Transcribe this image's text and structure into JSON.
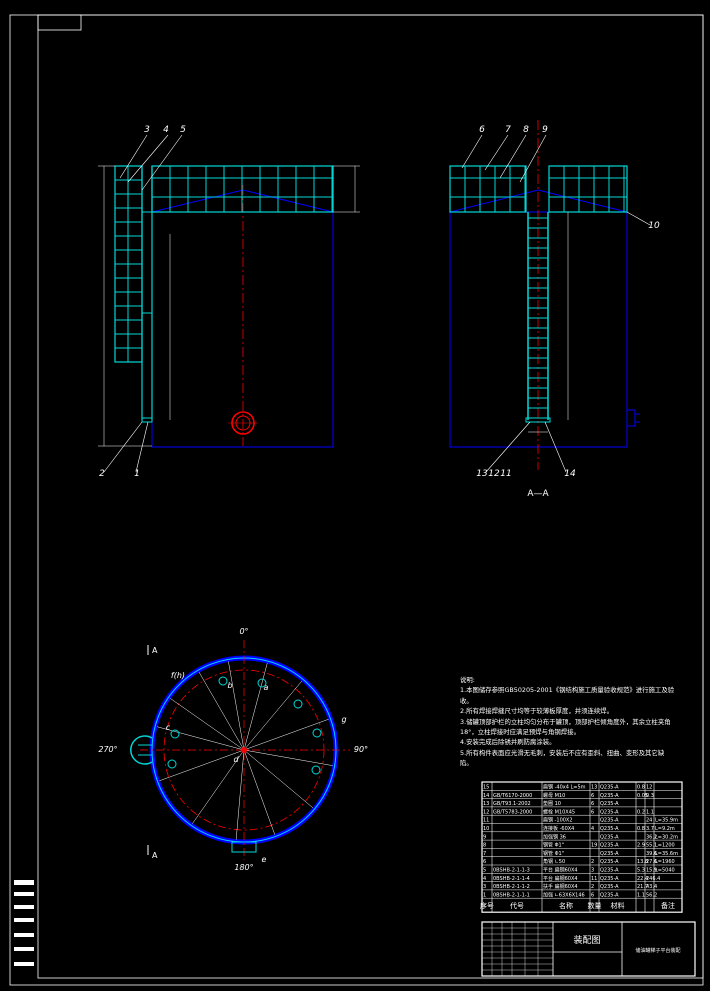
{
  "views": {
    "front_labels": [
      "3",
      "4",
      "5",
      "2",
      "1"
    ],
    "side_labels": [
      "6",
      "7",
      "8",
      "9",
      "10",
      "13",
      "12",
      "11",
      "14"
    ],
    "section_label": "A—A"
  },
  "plan": {
    "angle_labels": [
      "0°",
      "90°",
      "180°",
      "270°"
    ],
    "point_labels": [
      "f(h)",
      "b",
      "a",
      "c",
      "d",
      "g",
      "e"
    ],
    "section_marks": [
      "A",
      "A"
    ]
  },
  "notes": {
    "title": "说明:",
    "lines": [
      "1.本图储存参照GB50205-2001《钢结构施工质量验收规范》进行施工及验收。",
      "2.所有焊接焊缝尺寸均等于较薄板厚度，并须连续焊。",
      "3.储罐顶部护栏的立柱均匀分布于罐顶，顶部护栏倾角度外，其余立柱夹角18°，立柱焊接时应满足预焊与角钢焊接。",
      "4.安装完成后除锈并刷防腐涂装。",
      "5.所有构件表面应光滑无毛刺，安装后不应有歪斜、扭曲、变形及其它缺陷。"
    ]
  },
  "bom": {
    "header": {
      "no": "序号",
      "code": "代号",
      "name": "名称",
      "qty": "数量",
      "material": "材料",
      "remark": "备注"
    },
    "rows": [
      {
        "no": "15",
        "code": "",
        "name": "扁钢 -40x4 L=5m",
        "qty": "13",
        "material": "Q235-A",
        "w1": "0.8",
        "w2": "12",
        "remark": ""
      },
      {
        "no": "14",
        "code": "GB/T6170-2000",
        "name": "螺母 M10",
        "qty": "6",
        "material": "Q235-A",
        "w1": "0.05",
        "w2": "0.3",
        "remark": ""
      },
      {
        "no": "13",
        "code": "GB/T93.1-2002",
        "name": "垫圈 10",
        "qty": "6",
        "material": "Q235-A",
        "w1": "",
        "w2": "",
        "remark": ""
      },
      {
        "no": "12",
        "code": "GB/T5783-2000",
        "name": "螺栓 M10X45",
        "qty": "6",
        "material": "Q235-A",
        "w1": "0.2",
        "w2": "1.1",
        "remark": ""
      },
      {
        "no": "11",
        "code": "",
        "name": "扁钢 -100X2",
        "qty": "",
        "material": "Q235-A",
        "w1": "",
        "w2": "24",
        "remark": "L=35.9m"
      },
      {
        "no": "10",
        "code": "",
        "name": "连接板 -60X4",
        "qty": "4",
        "material": "Q235-A",
        "w1": "0.8",
        "w2": "3.7",
        "remark": "L=9.2m"
      },
      {
        "no": "9",
        "code": "",
        "name": "加强钢 36",
        "qty": "",
        "material": "Q235-A",
        "w1": "",
        "w2": "36.2",
        "remark": "L=30.2m"
      },
      {
        "no": "8",
        "code": "",
        "name": "钢管 Φ1\"",
        "qty": "19",
        "material": "Q235-A",
        "w1": "2.9",
        "w2": "55.1",
        "remark": "L=1200"
      },
      {
        "no": "7",
        "code": "",
        "name": "钢管 Φ1\"",
        "qty": "",
        "material": "Q235-A",
        "w1": "",
        "w2": "39.6",
        "remark": "L=35.6m"
      },
      {
        "no": "6",
        "code": "",
        "name": "角钢 ∟50",
        "qty": "2",
        "material": "Q235-A",
        "w1": "13.8",
        "w2": "27.6",
        "remark": "L=1960"
      },
      {
        "no": "5",
        "code": "0BSHB-2-1-1-3",
        "name": "平台 扁钢60X4",
        "qty": "3",
        "material": "Q235-A",
        "w1": "5.3",
        "w2": "15.9",
        "remark": "L=5040"
      },
      {
        "no": "4",
        "code": "0BSHB-2-1-1-4",
        "name": "平台 扁钢60X4",
        "qty": "11",
        "material": "Q235-A",
        "w1": "22.4",
        "w2": "246.4",
        "remark": ""
      },
      {
        "no": "3",
        "code": "0BSHB-2-1-1-2",
        "name": "扶手 扁钢60X4",
        "qty": "2",
        "material": "Q235-A",
        "w1": "21.7",
        "w2": "43.4",
        "remark": ""
      },
      {
        "no": "1",
        "code": "0BSHB-2-1-1-1",
        "name": "加强 ∟63X6X146",
        "qty": "6",
        "material": "Q235-A",
        "w1": "1.1",
        "w2": "56.2",
        "remark": ""
      }
    ]
  },
  "title_block": {
    "drawing_name": "装配图",
    "project": "储油罐梯子平台装配"
  },
  "colors": {
    "background": "#000000",
    "frame": "#ffffff",
    "tank": "#0000ff",
    "ladder": "#00d8d8",
    "platform": "#00d8d8",
    "centerline": "#ff0000",
    "dimension": "#ffffff"
  }
}
